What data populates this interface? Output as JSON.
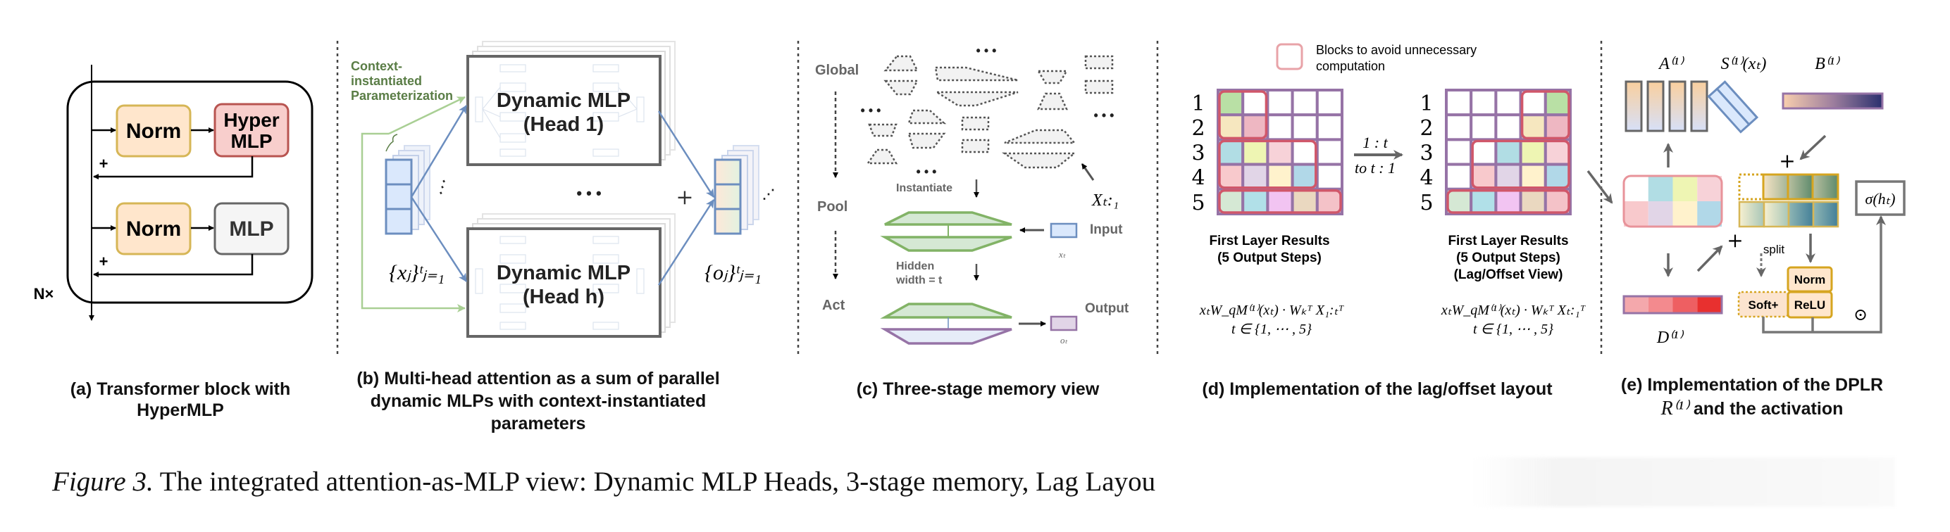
{
  "panel_a": {
    "norm1": "Norm",
    "hyper1": "Hyper",
    "hyper2": "MLP",
    "norm2": "Norm",
    "mlp": "MLP",
    "plus": "+",
    "repeat": "N×",
    "caption1": "(a) Transformer block with",
    "caption2": "HyperMLP",
    "colors": {
      "norm_fill": "#ffe6cc",
      "norm_stroke": "#d6b656",
      "hyper_fill": "#f8cecc",
      "hyper_stroke": "#b85450",
      "mlp_fill": "#f5f5f5",
      "mlp_stroke": "#666666"
    }
  },
  "panel_b": {
    "context1": "Context-",
    "context2": "instantiated",
    "context3": "Parameterization",
    "head1_title": "Dynamic MLP",
    "head1_sub": "(Head 1)",
    "headh_title": "Dynamic MLP",
    "headh_sub": "(Head h)",
    "dots": "• • •",
    "plus": "+",
    "input_set": "{xⱼ}ᵗⱼ₌₁",
    "output_set": "{oⱼ}ᵗⱼ₌₁",
    "caption1": "(b) Multi-head attention as a sum of parallel",
    "caption2": "dynamic MLPs with context-instantiated",
    "caption3": "parameters",
    "colors": {
      "vector_fill": "#dae8fc",
      "vector_stroke": "#6c8ebf",
      "context_green": "#82b366"
    }
  },
  "panel_c": {
    "global": "Global",
    "pool": "Pool",
    "act": "Act",
    "instantiate": "Instantiate",
    "hidden1": "Hidden",
    "hidden2": "width = t",
    "input": "Input",
    "output": "Output",
    "x_t": "xₜ",
    "o_t": "oₜ",
    "x_seq": "Xₜ:₁",
    "dots": "• • •",
    "caption": "(c) Three-stage memory view"
  },
  "panel_d": {
    "legend": [
      "Blocks to avoid unnecessary",
      "computation"
    ],
    "row_labels": [
      "1",
      "2",
      "3",
      "4",
      "5"
    ],
    "arrow_top": "1 : t",
    "arrow_bottom": "to  t : 1",
    "left_label": [
      "First Layer Results",
      "(5 Output Steps)"
    ],
    "right_label": [
      "First Layer Results",
      "(5 Output Steps)",
      "(Lag/Offset View)"
    ],
    "left_formula": "xₜW_qM⁽¹⁾(xₜ) · Wₖᵀ X₁:ₜᵀ",
    "right_formula": "xₜW_qM⁽¹⁾(xₜ) · Wₖᵀ Xₜ:₁ᵀ",
    "formula_range": "t ∈ {1, ⋯ , 5}",
    "left_grid": [
      [
        "#b9e0a5",
        "#ffffff",
        "#ffffff",
        "#ffffff",
        "#ffffff"
      ],
      [
        "#f6e7bf",
        "#eeb7c2",
        "#ffffff",
        "#ffffff",
        "#ffffff"
      ],
      [
        "#b1dde4",
        "#eef5b3",
        "#f7d2d8",
        "#ffffff",
        "#ffffff"
      ],
      [
        "#f8c9cc",
        "#e1d5e7",
        "#fff2cc",
        "#b1d8e8",
        "#ffffff"
      ],
      [
        "#d5e8d4",
        "#b1e0e8",
        "#f2c4f2",
        "#ead8c0",
        "#f4c2c8"
      ]
    ],
    "right_grid": [
      [
        "#ffffff",
        "#ffffff",
        "#ffffff",
        "#ffffff",
        "#b9e0a5"
      ],
      [
        "#ffffff",
        "#ffffff",
        "#ffffff",
        "#f6e7bf",
        "#eeb7c2"
      ],
      [
        "#ffffff",
        "#ffffff",
        "#b1dde4",
        "#eef5b3",
        "#f7d2d8"
      ],
      [
        "#ffffff",
        "#f8c9cc",
        "#e1d5e7",
        "#fff2cc",
        "#b1d8e8"
      ],
      [
        "#d5e8d4",
        "#b1e0e8",
        "#f2c4f2",
        "#ead8c0",
        "#f4c2c8"
      ]
    ],
    "caption": "(d) Implementation of the lag/offset layout",
    "colors": {
      "grid_stroke": "#9673a6",
      "block_stroke": "#d0576a"
    }
  },
  "panel_e": {
    "A": "A⁽¹⁾",
    "S": "S⁽¹⁾(xₜ)",
    "B": "B⁽¹⁾",
    "D": "D⁽¹⁾",
    "sigma": "σ(hₜ)",
    "plus": "+",
    "split": "split",
    "norm": "Norm",
    "relu": "ReLU",
    "softplus": "Soft+",
    "hadamard": "⊙",
    "caption1": "(e) Implementation of the DPLR",
    "caption2_math": "R⁽¹⁾",
    "caption2_text": " and the activation",
    "pink_cells": [
      "#ffffff",
      "#b1dde4",
      "#eef5b3",
      "#f7d2d8",
      "#f8c9cc",
      "#e1d5e7",
      "#fff2cc",
      "#b1d8e8"
    ],
    "d_cells": [
      "#f4a8ac",
      "#f38a8e",
      "#ee5f62",
      "#e8302f"
    ]
  },
  "figure_caption": {
    "label": "Figure 3.",
    "text": " The integrated attention-as-MLP view: Dynamic MLP Heads, 3-stage memory, Lag Layou"
  }
}
